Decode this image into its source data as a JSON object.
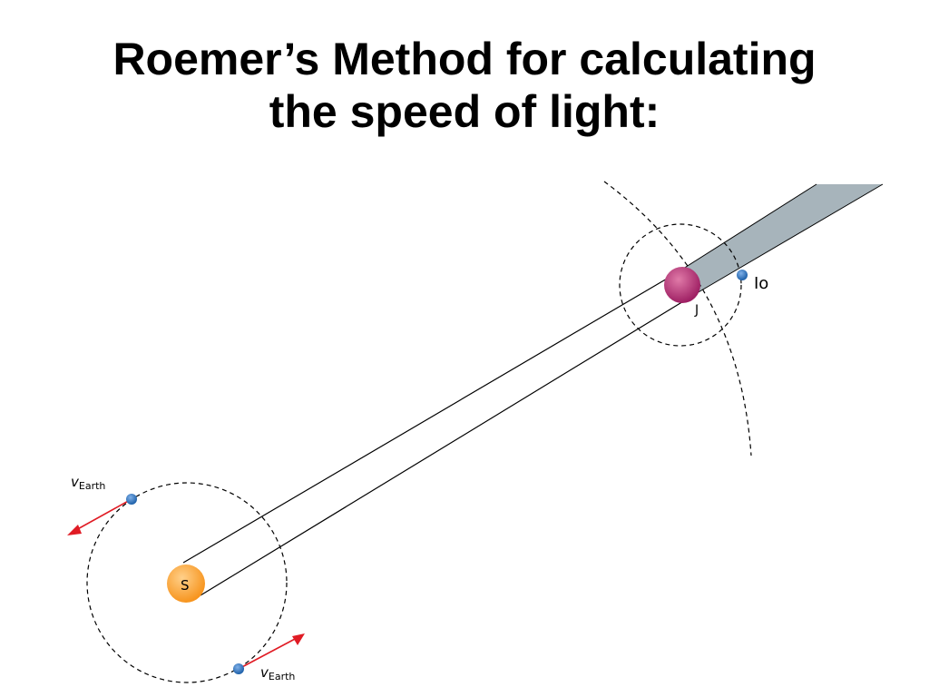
{
  "slide": {
    "title_line1": "Roemer’s Method for calculating",
    "title_line2": "the speed of light:"
  },
  "diagram": {
    "sun_label": "S",
    "jupiter_label": "J",
    "moon_label": "Io",
    "earth_velocity_var": "v",
    "earth_velocity_sub": "Earth",
    "colors": {
      "sun": "#f7941d",
      "jupiter": "#9e1f63",
      "earth": "#1c5fa8",
      "velocity_arrow": "#e01b24",
      "shadow": "#a7b4bb"
    }
  }
}
